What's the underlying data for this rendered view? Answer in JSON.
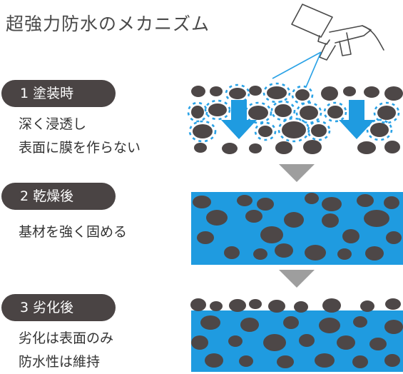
{
  "title": "超強力防水のメカニズム",
  "steps": [
    {
      "label": "1 塗装時",
      "lines": [
        "深く浸透し",
        "表面に膜を作らない"
      ]
    },
    {
      "label": "2 乾燥後",
      "lines": [
        "基材を強く固める"
      ]
    },
    {
      "label": "3 劣化後",
      "lines": [
        "劣化は表面のみ",
        "防水性は維持"
      ]
    }
  ],
  "colors": {
    "pill": "#4a4444",
    "stone": "#4d4747",
    "coating_blue": "#1f9be0",
    "dash_blue": "#2aa2e6",
    "arrow_gray": "#9e9e9e"
  },
  "icons": [
    "spray-gun-icon",
    "down-arrow-icon",
    "triangle-down-icon"
  ]
}
